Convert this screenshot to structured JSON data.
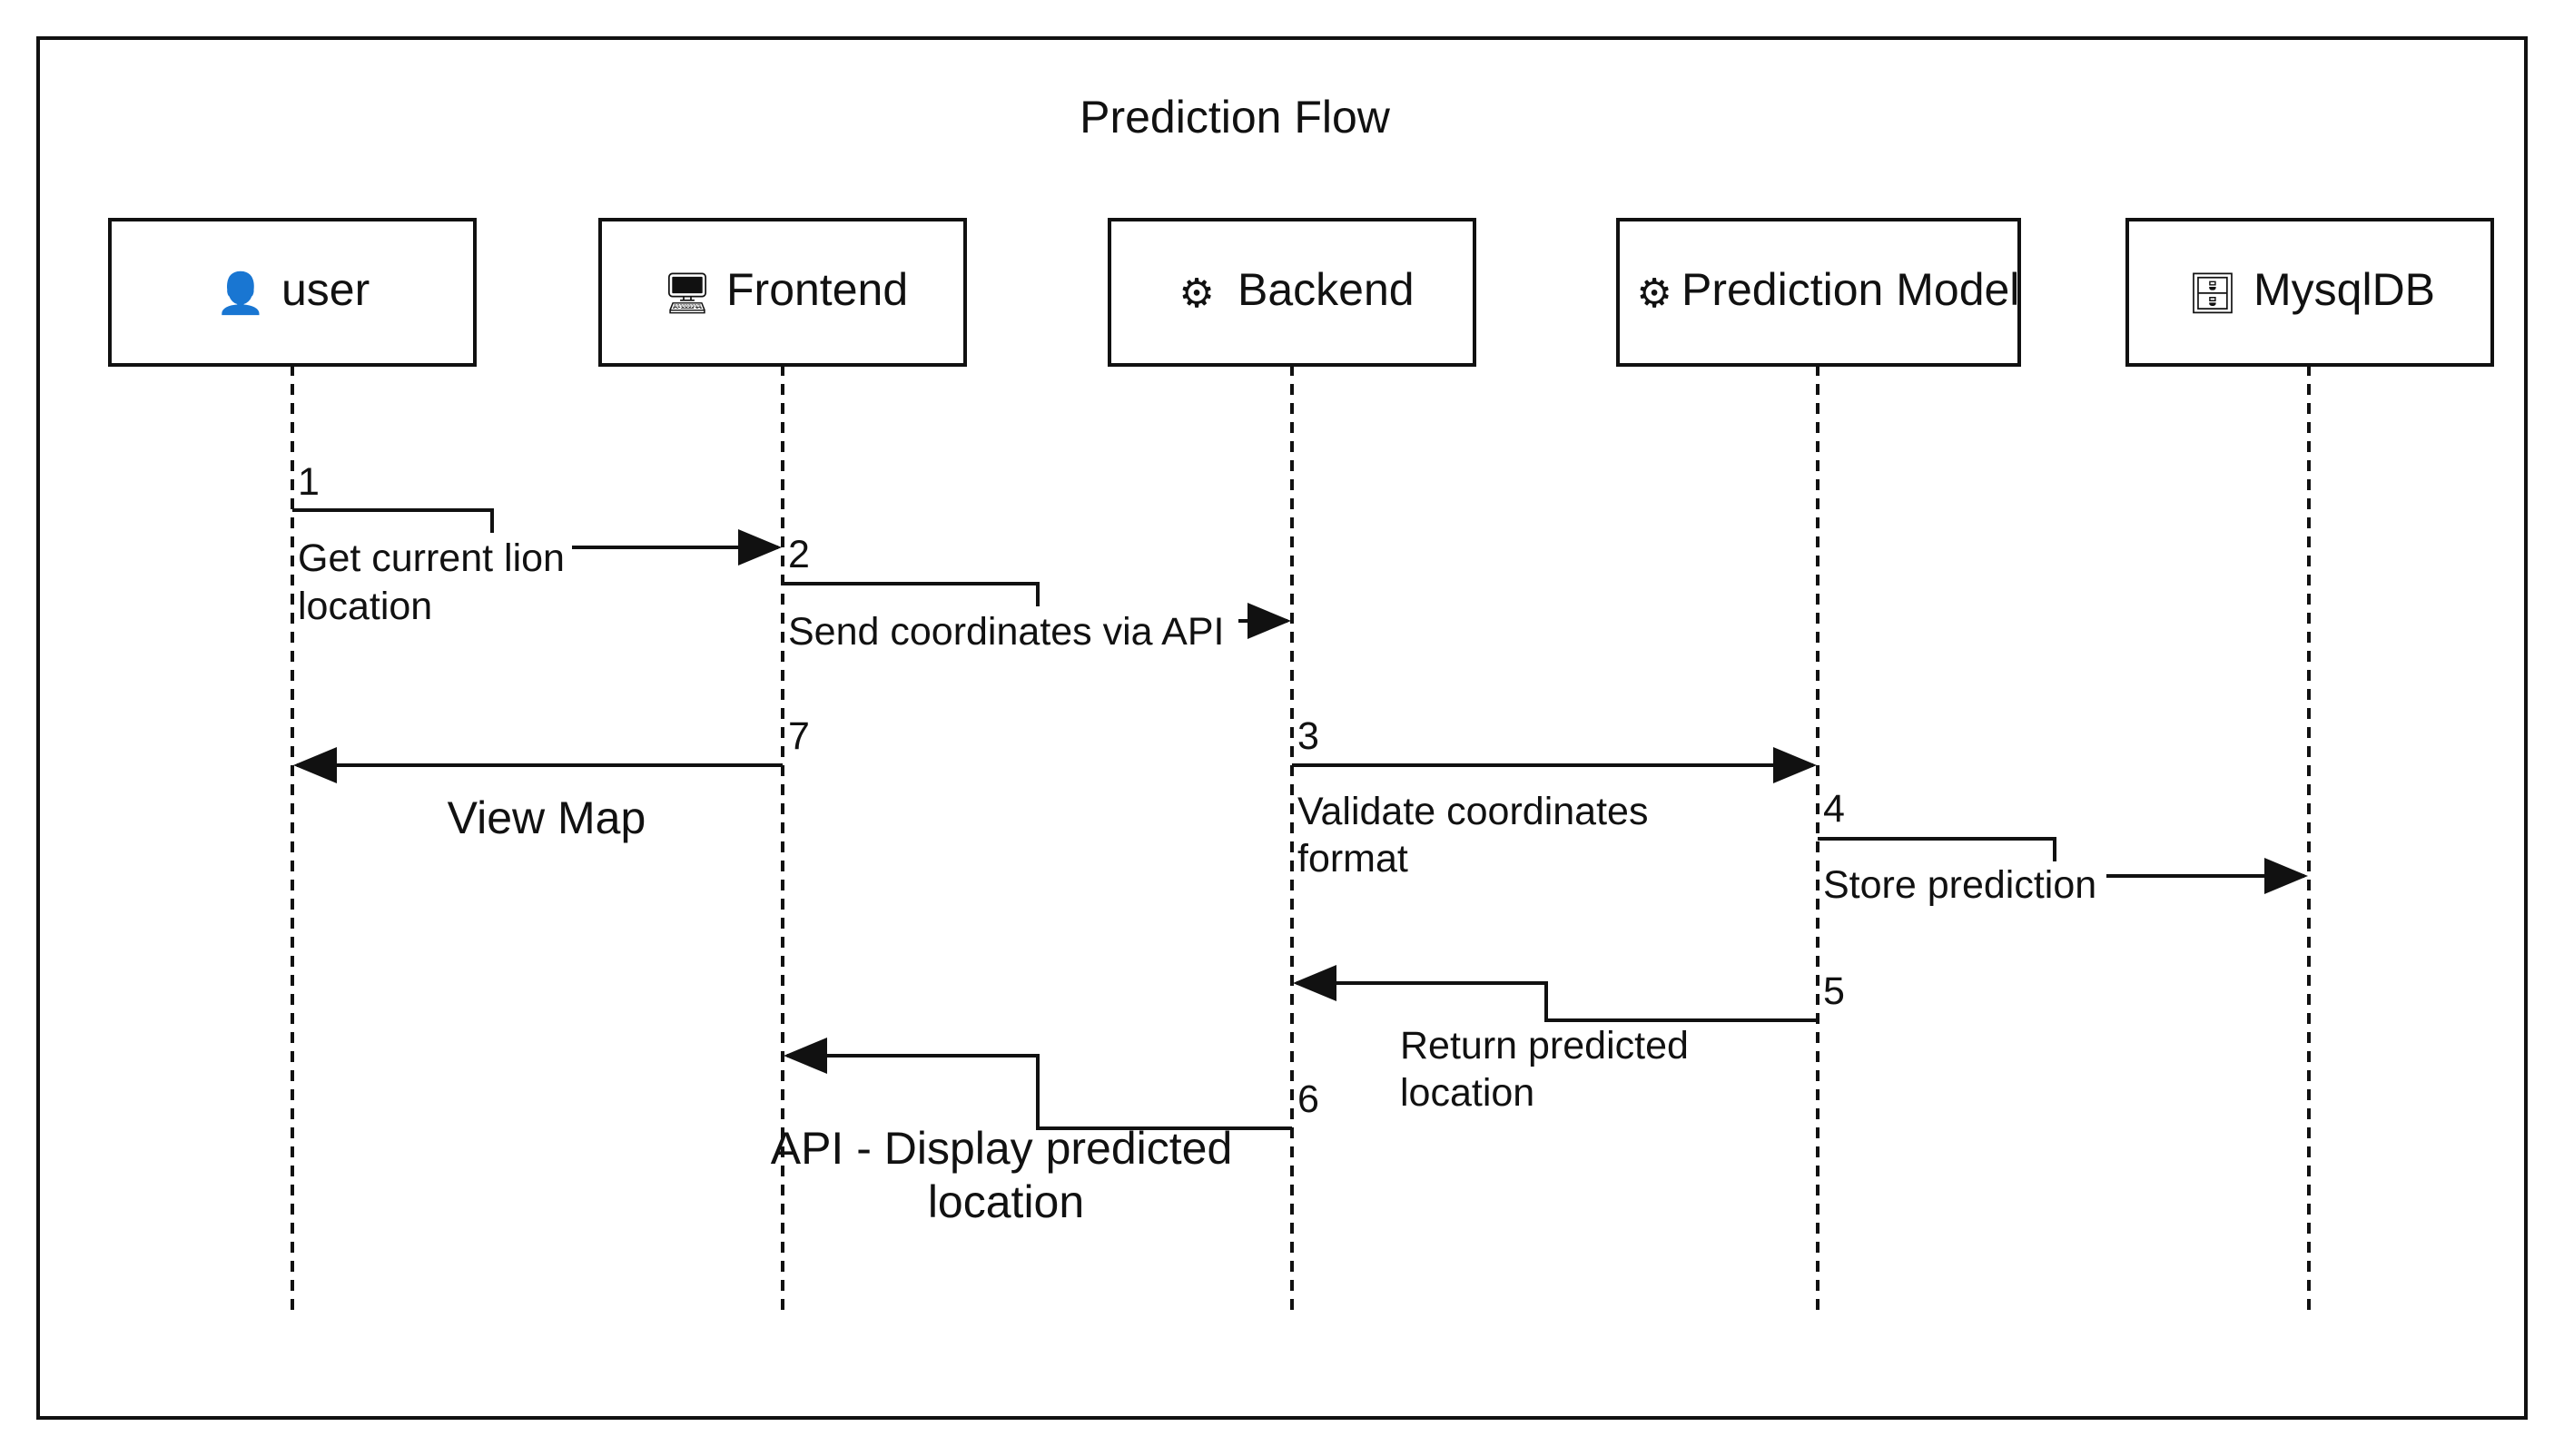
{
  "title": "Prediction Flow",
  "participants": [
    {
      "id": "user",
      "label": "user",
      "icon": "user-icon",
      "glyph": "👤"
    },
    {
      "id": "frontend",
      "label": "Frontend",
      "icon": "monitor-icon",
      "glyph": "🖥"
    },
    {
      "id": "backend",
      "label": "Backend",
      "icon": "gear-icon",
      "glyph": "⚙"
    },
    {
      "id": "model",
      "label": "Prediction Model",
      "icon": "gear-icon",
      "glyph": "⚙"
    },
    {
      "id": "db",
      "label": "MysqlDB",
      "icon": "file-cabinet-icon",
      "glyph": "🗄"
    }
  ],
  "messages": [
    {
      "number": "1",
      "from": "user",
      "to": "frontend",
      "lines": [
        "Get current lion",
        "location"
      ]
    },
    {
      "number": "2",
      "from": "frontend",
      "to": "backend",
      "lines": [
        "Send coordinates via API"
      ]
    },
    {
      "number": "3",
      "from": "backend",
      "to": "model",
      "lines": [
        "Validate coordinates",
        "format"
      ]
    },
    {
      "number": "4",
      "from": "model",
      "to": "db",
      "lines": [
        "Store prediction"
      ]
    },
    {
      "number": "5",
      "from": "model",
      "to": "backend",
      "lines": [
        "Return predicted",
        "location"
      ]
    },
    {
      "number": "6",
      "from": "backend",
      "to": "frontend",
      "lines": [
        "API - Display predicted",
        "location"
      ]
    },
    {
      "number": "7",
      "from": "frontend",
      "to": "user",
      "lines": [
        "View Map"
      ]
    }
  ],
  "colors": {
    "stroke": "#111111",
    "background": "#ffffff"
  }
}
